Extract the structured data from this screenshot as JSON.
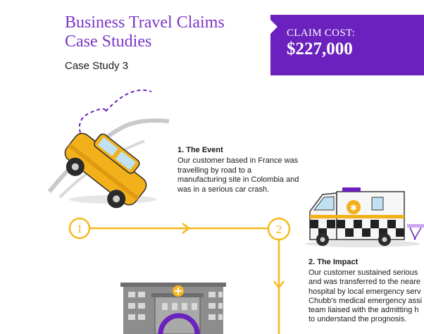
{
  "header": {
    "title_line1": "Business Travel Claims",
    "title_line2": "Case Studies",
    "subtitle": "Case Study 3"
  },
  "claim": {
    "label": "CLAIM COST:",
    "value": "$227,000"
  },
  "steps": [
    {
      "number": "1",
      "heading": "1. The Event",
      "text": "Our customer based in France was travelling by road to a manufacturing site in Colombia and was in a serious car crash."
    },
    {
      "number": "2",
      "heading": "2. The Impact",
      "lines": [
        "Our customer sustained serious",
        "and was transferred to the neare",
        "hospital by local emergency serv",
        "Chubb's medical emergency assi",
        "team liaised with the admitting h",
        "to understand the prognosis."
      ]
    }
  ],
  "colors": {
    "accent_purple": "#6a21bd",
    "title_purple": "#7a36c6",
    "timeline_yellow": "#f6b81f",
    "car_yellow": "#f2b11b"
  },
  "icons": [
    "overturned-car-icon",
    "ambulance-icon",
    "hospital-icon",
    "arrow-right-icon",
    "arrow-down-icon"
  ]
}
